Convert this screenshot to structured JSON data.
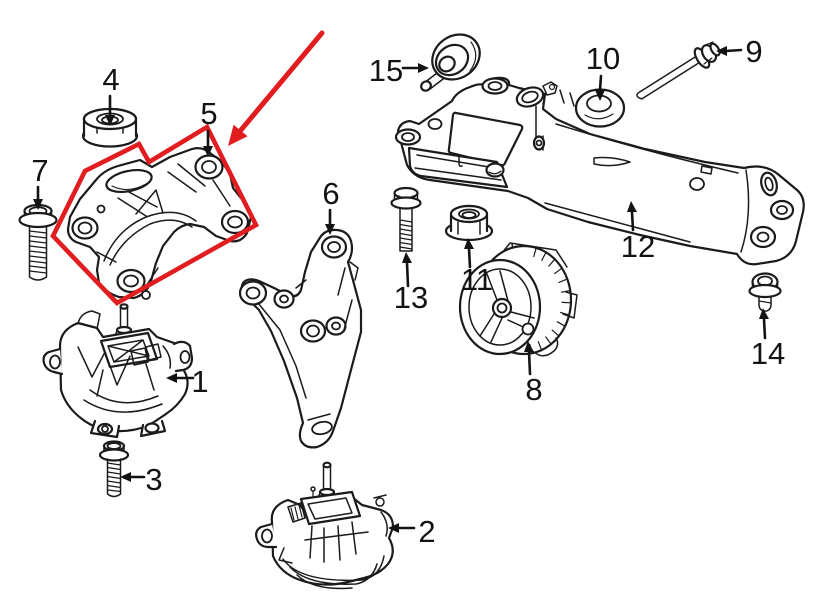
{
  "diagram": {
    "kind": "exploded-parts-line-diagram",
    "subject": "engine-and-transmission-mounting",
    "background_color": "#ffffff",
    "line_color": "#1b1b1b",
    "label_color": "#131313",
    "highlight_color": "#e11d1f",
    "highlighted_part_number": "5"
  },
  "callouts": [
    {
      "number": "1"
    },
    {
      "number": "2"
    },
    {
      "number": "3"
    },
    {
      "number": "4"
    },
    {
      "number": "5"
    },
    {
      "number": "6"
    },
    {
      "number": "7"
    },
    {
      "number": "8"
    },
    {
      "number": "9"
    },
    {
      "number": "10"
    },
    {
      "number": "11"
    },
    {
      "number": "12"
    },
    {
      "number": "13"
    },
    {
      "number": "14"
    },
    {
      "number": "15"
    }
  ]
}
